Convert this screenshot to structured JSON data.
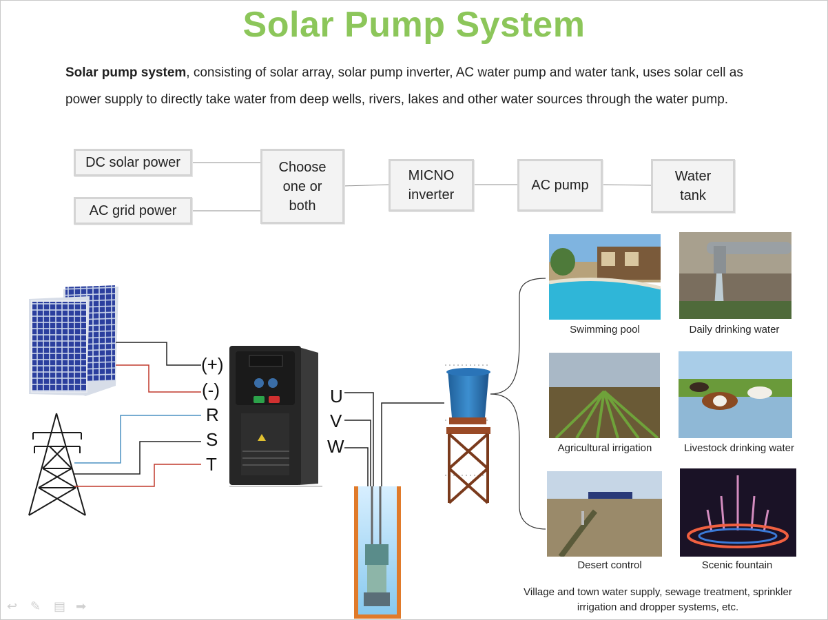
{
  "title": "Solar Pump System",
  "intro": {
    "bold": "Solar pump system",
    "text": ", consisting of solar array, solar pump inverter, AC water pump and water tank, uses solar cell as power supply to directly take water from deep wells, rivers, lakes and other water sources through the water pump."
  },
  "flow": {
    "dc_solar": "DC solar power",
    "ac_grid": "AC grid power",
    "choose": "Choose one or both",
    "inverter": "MICNO inverter",
    "ac_pump": "AC pump",
    "water_tank": "Water tank"
  },
  "wiring": {
    "dc_plus": "(+)",
    "dc_minus": "(-)",
    "r": "R",
    "s": "S",
    "t": "T",
    "u": "U",
    "v": "V",
    "w": "W"
  },
  "applications": [
    {
      "caption": "Swimming pool",
      "icon": "pool-photo"
    },
    {
      "caption": "Daily drinking water",
      "icon": "tap-photo"
    },
    {
      "caption": "Agricultural irrigation",
      "icon": "field-photo"
    },
    {
      "caption": "Livestock drinking water",
      "icon": "cows-photo"
    },
    {
      "caption": "Desert control",
      "icon": "desert-photo"
    },
    {
      "caption": "Scenic fountain",
      "icon": "fountain-photo"
    }
  ],
  "footnote": "Village and town water supply, sewage treatment, sprinkler irrigation and dropper systems, etc.",
  "colors": {
    "title_green": "#8cc65a",
    "panel_blue": "#2b3f9e",
    "dc_minus_wire": "#c0392b",
    "r_wire": "#4a90c2"
  }
}
